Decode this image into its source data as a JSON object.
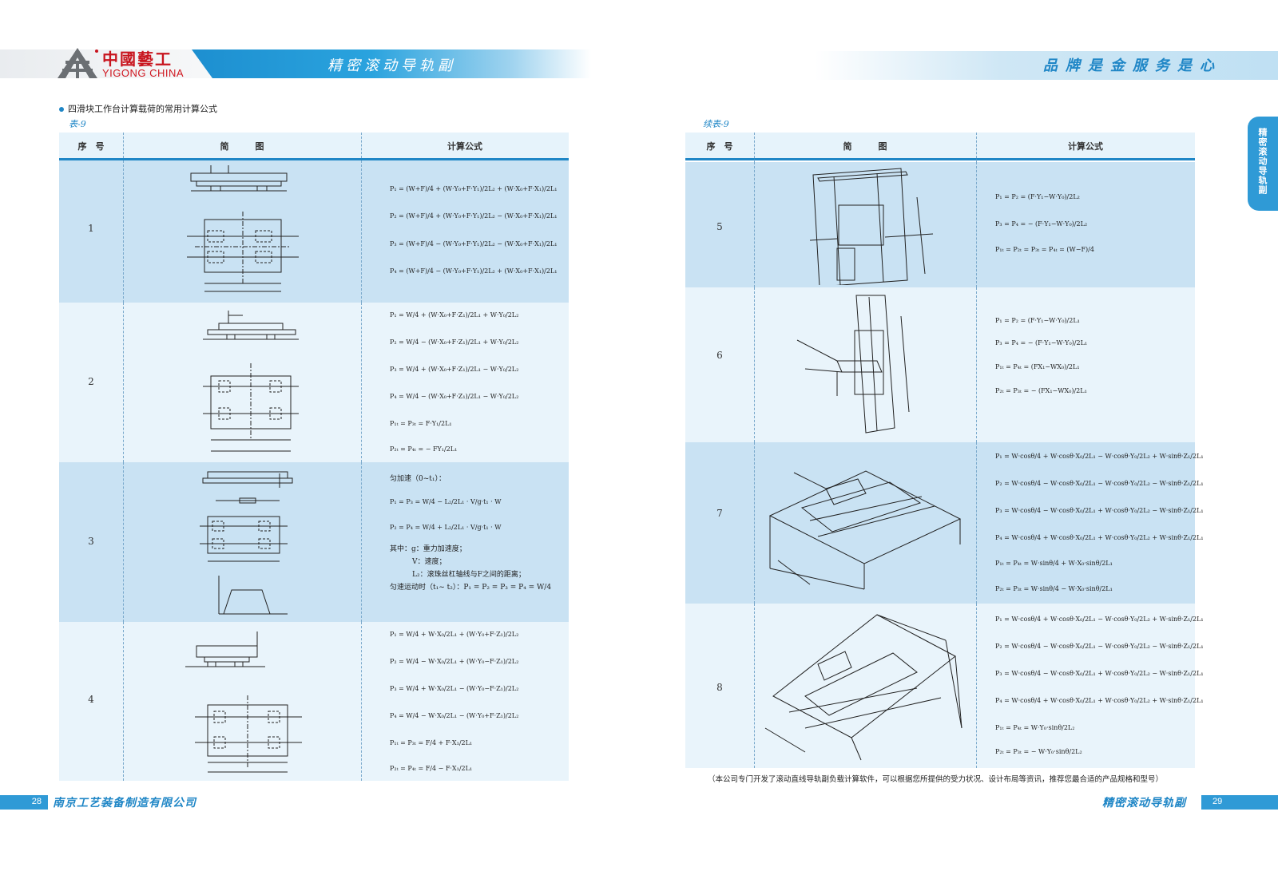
{
  "header": {
    "logo_cn": "中國藝工",
    "logo_en": "YIGONG CHINA",
    "title": "精密滚动导轨副",
    "slogan": "品牌是金服务是心"
  },
  "left": {
    "section_title": "四滑块工作台计算载荷的常用计算公式",
    "table_label": "表-9",
    "headers": [
      "序　号",
      "简　　　图",
      "计算公式"
    ],
    "rows": [
      {
        "num": "1",
        "formulas": [
          "P₁ = (W+F)/4 + (W·Y₀+F·Y₁)/2L₂ + (W·X₀+F·X₁)/2L₁",
          "P₂ = (W+F)/4 + (W·Y₀+F·Y₁)/2L₂ − (W·X₀+F·X₁)/2L₁",
          "P₃ = (W+F)/4 − (W·Y₀+F·Y₁)/2L₂ − (W·X₀+F·X₁)/2L₁",
          "P₄ = (W+F)/4 − (W·Y₀+F·Y₁)/2L₂ + (W·X₀+F·X₁)/2L₁"
        ]
      },
      {
        "num": "2",
        "formulas": [
          "P₁ = W/4 + (W·X₀+F·Z₁)/2L₁ + W·Y₀/2L₂",
          "P₂ = W/4 − (W·X₀+F·Z₁)/2L₁ + W·Y₀/2L₂",
          "P₃ = W/4 + (W·X₀+F·Z₁)/2L₁ − W·Y₀/2L₂",
          "P₄ = W/4 − (W·X₀+F·Z₁)/2L₁ − W·Y₀/2L₂",
          "P₁ₜ = P₃ₜ = F·Y₁/2L₁",
          "P₂ₜ = P₄ₜ = − FY₁/2L₁"
        ]
      },
      {
        "num": "3",
        "formulas": [
          "匀加速（0~t₁）：",
          "P₁ = P₃ = W/4 − L₂/2L₁ · V/g·t₁ · W",
          "P₂ = P₄ = W/4 + L₂/2L₁ · V/g·t₁ · W",
          "其中：g：重力加速度；",
          "V：速度；",
          "L₂：滚珠丝杠轴线与F之间的距离；",
          "匀速运动时（t₁~ t₂）：P₁ = P₂ = P₃ = P₄ = W/4"
        ]
      },
      {
        "num": "4",
        "formulas": [
          "P₁ = W/4 + W·X₀/2L₁ + (W·Y₀+F·Z₁)/2L₂",
          "P₂ = W/4 − W·X₀/2L₁ + (W·Y₀−F·Z₁)/2L₂",
          "P₃ = W/4 + W·X₀/2L₁ − (W·Y₀−F·Z₁)/2L₂",
          "P₄ = W/4 − W·X₀/2L₁ − (W·Y₀+F·Z₁)/2L₂",
          "P₁ₜ = P₃ₜ = F/4 + F·X₁/2L₁",
          "P₂ₜ = P₄ₜ = F/4 − F·X₁/2L₁"
        ]
      }
    ]
  },
  "right": {
    "table_label": "续表-9",
    "headers": [
      "序　号",
      "简　　　图",
      "计算公式"
    ],
    "rows": [
      {
        "num": "5",
        "formulas": [
          "P₁ = P₂ = (F·Y₁−W·Y₀)/2L₂",
          "P₃ = P₄ = − (F·Y₁−W·Y₀)/2L₂",
          "P₁ₜ = P₂ₜ = P₃ₜ = P₄ₜ = (W−F)/4"
        ]
      },
      {
        "num": "6",
        "formulas": [
          "P₁ = P₂ = (F·Y₁−W·Y₀)/2L₁",
          "P₃ = P₄ = − (F·Y₁−W·Y₀)/2L₁",
          "P₁ₜ = P₄ₜ = (FX₁−WX₀)/2L₁",
          "P₂ₜ = P₃ₜ = − (FX₁−WX₀)/2L₁"
        ]
      },
      {
        "num": "7",
        "formulas": [
          "P₁ = W·cosθ/4 + W·cosθ·X₀/2L₁ − W·cosθ·Y₀/2L₂ + W·sinθ·Z₁/2L₁",
          "P₂ = W·cosθ/4 − W·cosθ·X₀/2L₁ − W·cosθ·Y₀/2L₂ − W·sinθ·Z₁/2L₁",
          "P₃ = W·cosθ/4 − W·cosθ·X₀/2L₁ + W·cosθ·Y₀/2L₂ − W·sinθ·Z₁/2L₁",
          "P₄ = W·cosθ/4 + W·cosθ·X₀/2L₁ + W·cosθ·Y₀/2L₂ + W·sinθ·Z₁/2L₁",
          "P₁ₜ = P₄ₜ = W·sinθ/4 + W·X₀·sinθ/2L₁",
          "P₂ₜ = P₃ₜ = W·sinθ/4 − W·X₀·sinθ/2L₁"
        ]
      },
      {
        "num": "8",
        "formulas": [
          "P₁ = W·cosθ/4 + W·cosθ·X₀/2L₁ − W·cosθ·Y₀/2L₂ + W·sinθ·Z₁/2L₁",
          "P₂ = W·cosθ/4 − W·cosθ·X₀/2L₁ − W·cosθ·Y₀/2L₂ − W·sinθ·Z₁/2L₁",
          "P₃ = W·cosθ/4 − W·cosθ·X₀/2L₁ + W·cosθ·Y₀/2L₂ − W·sinθ·Z₁/2L₁",
          "P₄ = W·cosθ/4 + W·cosθ·X₀/2L₁ + W·cosθ·Y₀/2L₂ + W·sinθ·Z₁/2L₁",
          "P₁ₜ = P₄ₜ = W·Y₀·sinθ/2L₂",
          "P₂ₜ = P₃ₜ = − W·Y₀·sinθ/2L₂"
        ]
      }
    ],
    "footnote": "（本公司专门开发了滚动直线导轨副负载计算软件，可以根据您所提供的受力状况、设计布局等资讯，推荐您最合适的产品规格和型号）"
  },
  "side_tab": "精密滚动导轨副",
  "footer": {
    "left_page": "28",
    "left_text": "南京工艺装备制造有限公司",
    "right_page": "29",
    "right_text": "精密滚动导轨副"
  }
}
